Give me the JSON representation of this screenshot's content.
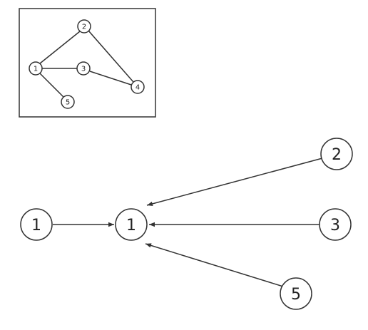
{
  "colors": {
    "stroke": "#333333",
    "background": "#ffffff"
  },
  "inset_graph": {
    "nodes": [
      {
        "id": "n1",
        "label": "1"
      },
      {
        "id": "n2",
        "label": "2"
      },
      {
        "id": "n3",
        "label": "3"
      },
      {
        "id": "n4",
        "label": "4"
      },
      {
        "id": "n5",
        "label": "5"
      }
    ],
    "edges": [
      {
        "from": "1",
        "to": "2"
      },
      {
        "from": "1",
        "to": "3"
      },
      {
        "from": "1",
        "to": "5"
      },
      {
        "from": "2",
        "to": "4"
      },
      {
        "from": "3",
        "to": "4"
      }
    ]
  },
  "main_graph": {
    "nodes": [
      {
        "id": "left",
        "label": "1"
      },
      {
        "id": "center",
        "label": "1"
      },
      {
        "id": "right-top",
        "label": "2"
      },
      {
        "id": "right-mid",
        "label": "3"
      },
      {
        "id": "right-bottom",
        "label": "5"
      }
    ],
    "edges": [
      {
        "from": "left",
        "to": "center",
        "directed": true
      },
      {
        "from": "right-top",
        "to": "center",
        "directed": true
      },
      {
        "from": "right-mid",
        "to": "center",
        "directed": true
      },
      {
        "from": "right-bottom",
        "to": "center",
        "directed": true
      }
    ]
  }
}
